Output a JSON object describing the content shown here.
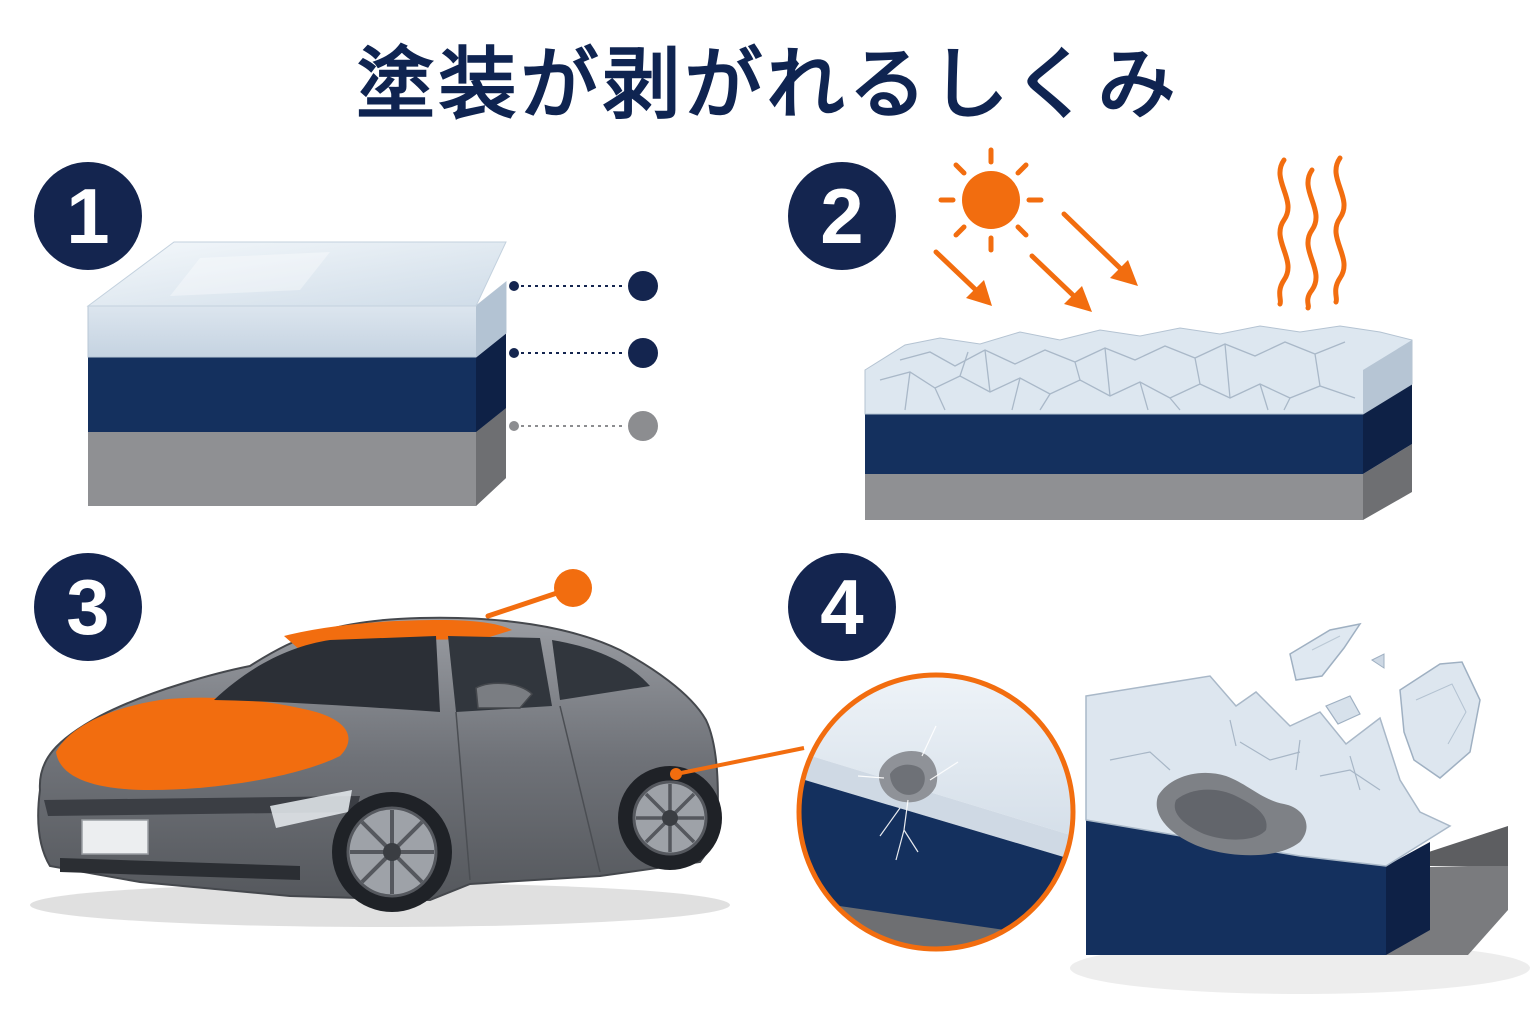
{
  "title": "塗装が剥がれるしくみ",
  "steps": [
    {
      "number": "1"
    },
    {
      "number": "2"
    },
    {
      "number": "3"
    },
    {
      "number": "4"
    }
  ],
  "colors": {
    "navy": "#14254f",
    "orange": "#f26d0f",
    "gray": "#8c8d90",
    "clear_coat": "#dfe9f2",
    "primer": "#8f9093"
  }
}
